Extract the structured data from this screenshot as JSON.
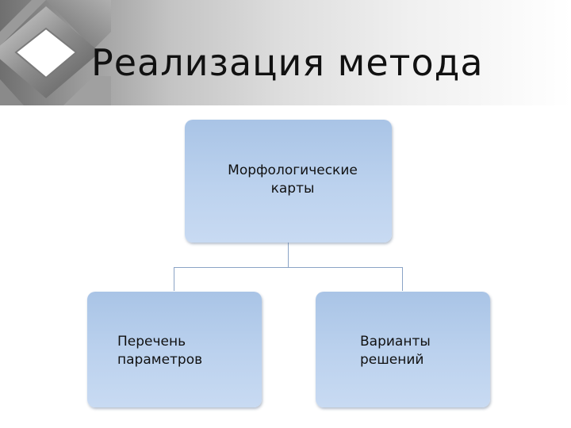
{
  "slide": {
    "title": "Реализация метода"
  },
  "diagram": {
    "root": {
      "label": "Морфологические\nкарты"
    },
    "children": [
      {
        "label": "Перечень\nпараметров"
      },
      {
        "label": "Варианты\nрешений"
      }
    ]
  },
  "colors": {
    "node_fill": "#bcd2ee",
    "connector": "#8aa3c6"
  }
}
